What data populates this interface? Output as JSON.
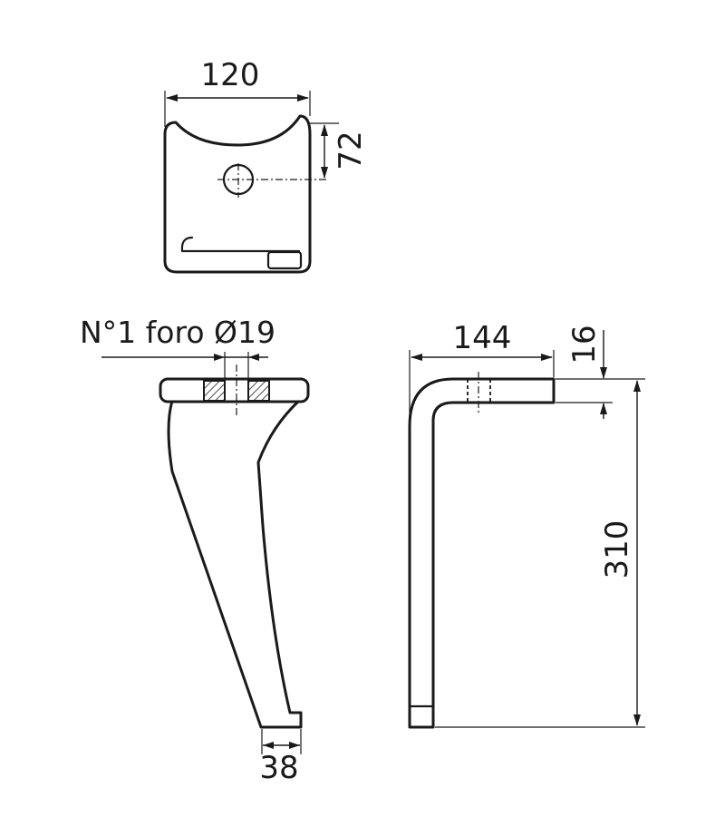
{
  "top_view": {
    "width_dim": "120",
    "hole_offset_dim": "72"
  },
  "front_view": {
    "hole_note": "N°1 foro Ø19",
    "tip_width_dim": "38"
  },
  "side_view": {
    "length_dim": "144",
    "thickness_dim": "16",
    "height_dim": "310"
  },
  "colors": {
    "line": "#1a1a1a",
    "background": "#ffffff"
  }
}
